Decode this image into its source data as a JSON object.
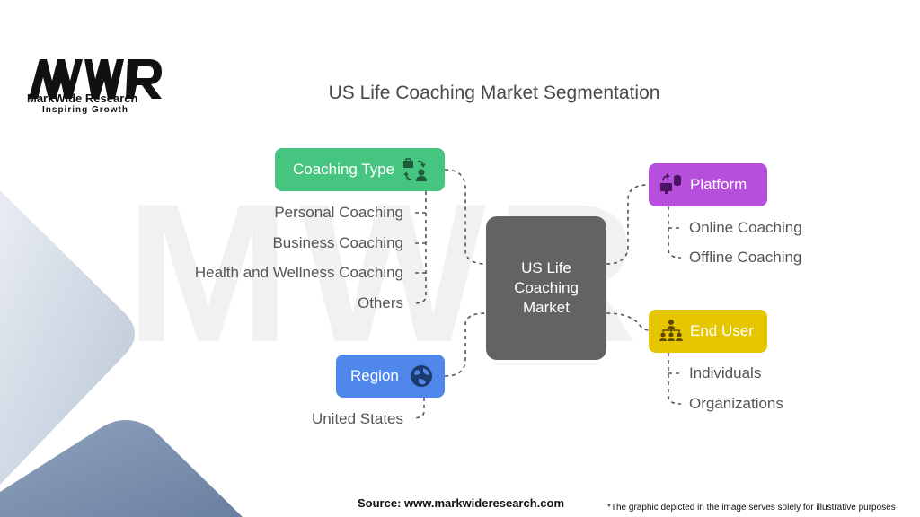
{
  "logo": {
    "mark": "MWR",
    "name": "MarkWide Research",
    "tagline": "Inspiring Growth"
  },
  "title": "US Life Coaching Market Segmentation",
  "center": {
    "label": "US Life Coaching Market"
  },
  "segments": {
    "coaching_type": {
      "label": "Coaching Type",
      "color": "#45c57f",
      "icon": "briefcase-person-icon",
      "items": [
        "Personal Coaching",
        "Business Coaching",
        "Health and Wellness Coaching",
        "Others"
      ]
    },
    "platform": {
      "label": "Platform",
      "color": "#b54fdc",
      "icon": "computer-database-icon",
      "items": [
        "Online Coaching",
        "Offline Coaching"
      ]
    },
    "end_user": {
      "label": "End User",
      "color": "#e6c600",
      "icon": "hierarchy-people-icon",
      "items": [
        "Individuals",
        "Organizations"
      ]
    },
    "region": {
      "label": "Region",
      "color": "#4f87ea",
      "icon": "globe-icon",
      "items": [
        "United States"
      ]
    }
  },
  "footer": {
    "source": "Source: www.markwideresearch.com",
    "disclaimer": "*The graphic depicted in the image serves solely for illustrative purposes"
  }
}
